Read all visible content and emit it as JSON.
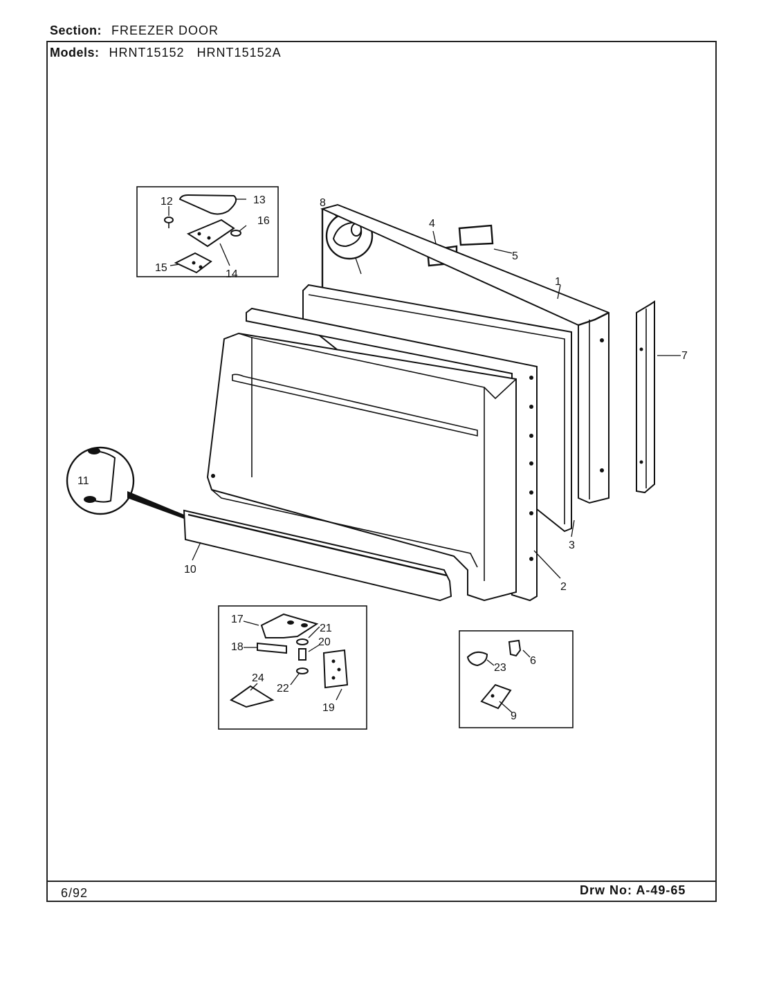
{
  "header": {
    "section_label": "Section:",
    "section_value": "FREEZER DOOR",
    "models_label": "Models:",
    "model_1": "HRNT15152",
    "model_2": "HRNT15152A"
  },
  "footer": {
    "date": "6/92",
    "drawing_no": "Drw No: A-49-65"
  },
  "callouts": {
    "c1": "1",
    "c2": "2",
    "c3": "3",
    "c4": "4",
    "c5": "5",
    "c6": "6",
    "c7": "7",
    "c8": "8",
    "c9": "9",
    "c10": "10",
    "c11": "11",
    "c12": "12",
    "c13": "13",
    "c14": "14",
    "c15": "15",
    "c16": "16",
    "c17": "17",
    "c18": "18",
    "c19": "19",
    "c20": "20",
    "c21": "21",
    "c22": "22",
    "c23": "23",
    "c24": "24"
  }
}
